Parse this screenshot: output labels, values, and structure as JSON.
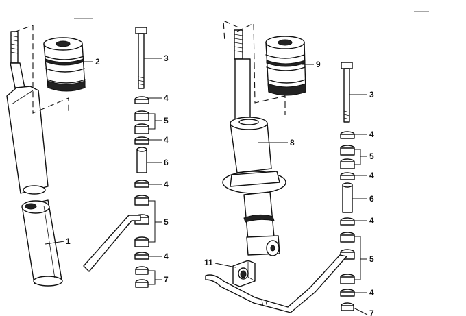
{
  "callouts": [
    {
      "id": "c1",
      "text": "1"
    },
    {
      "id": "c2",
      "text": "2"
    },
    {
      "id": "c3a",
      "text": "3"
    },
    {
      "id": "c4a",
      "text": "4"
    },
    {
      "id": "c5a",
      "text": "5"
    },
    {
      "id": "c4b",
      "text": "4"
    },
    {
      "id": "c6a",
      "text": "6"
    },
    {
      "id": "c4c",
      "text": "4"
    },
    {
      "id": "c5b",
      "text": "5"
    },
    {
      "id": "c4d",
      "text": "4"
    },
    {
      "id": "c7a",
      "text": "7"
    },
    {
      "id": "c8",
      "text": "8"
    },
    {
      "id": "c9",
      "text": "9"
    },
    {
      "id": "c3b",
      "text": "3"
    },
    {
      "id": "c4e",
      "text": "4"
    },
    {
      "id": "c5c",
      "text": "5"
    },
    {
      "id": "c4f",
      "text": "4"
    },
    {
      "id": "c6b",
      "text": "6"
    },
    {
      "id": "c4g",
      "text": "4"
    },
    {
      "id": "c5d",
      "text": "5"
    },
    {
      "id": "c4h",
      "text": "4"
    },
    {
      "id": "c7b",
      "text": "7"
    },
    {
      "id": "c11",
      "text": "11"
    }
  ]
}
